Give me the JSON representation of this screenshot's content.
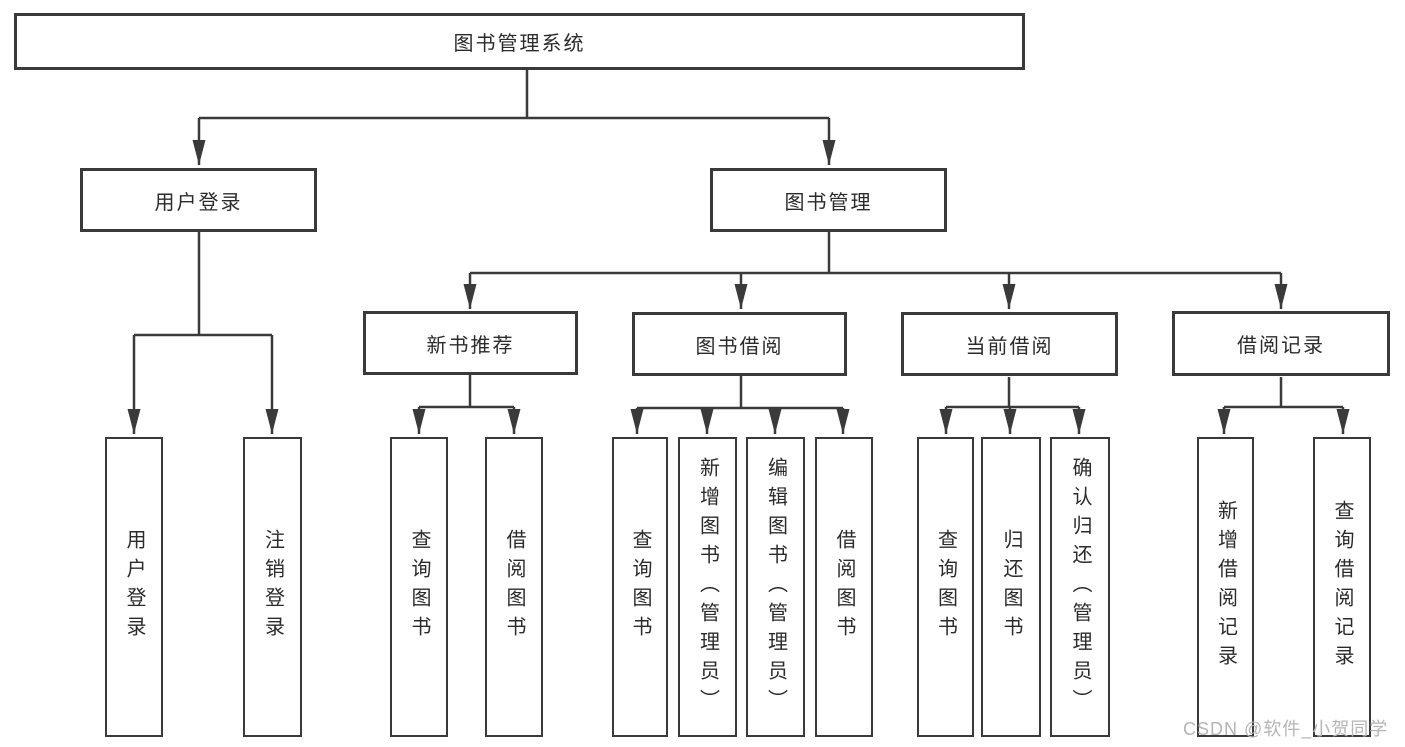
{
  "diagram": {
    "type": "hierarchy-tree",
    "tree": {
      "label": "图书管理系统",
      "children": [
        {
          "label": "用户登录",
          "children": [
            {
              "label": "用户登录"
            },
            {
              "label": "注销登录"
            }
          ]
        },
        {
          "label": "图书管理",
          "children": [
            {
              "label": "新书推荐",
              "children": [
                {
                  "label": "查询图书"
                },
                {
                  "label": "借阅图书"
                }
              ]
            },
            {
              "label": "图书借阅",
              "children": [
                {
                  "label": "查询图书"
                },
                {
                  "label": "新增图书（管理员）"
                },
                {
                  "label": "编辑图书（管理员）"
                },
                {
                  "label": "借阅图书"
                }
              ]
            },
            {
              "label": "当前借阅",
              "children": [
                {
                  "label": "查询图书"
                },
                {
                  "label": "归还图书"
                },
                {
                  "label": "确认归还（管理员）"
                }
              ]
            },
            {
              "label": "借阅记录",
              "children": [
                {
                  "label": "新增借阅记录"
                },
                {
                  "label": "查询借阅记录"
                }
              ]
            }
          ]
        }
      ]
    },
    "colors": {
      "line": "#3a3a3a",
      "box_border": "#3a3a3a",
      "text": "#2b2b2b",
      "background": "#ffffff",
      "watermark": "#b5b5b5"
    }
  },
  "watermark": {
    "text": "CSDN @软件_小贺同学"
  }
}
